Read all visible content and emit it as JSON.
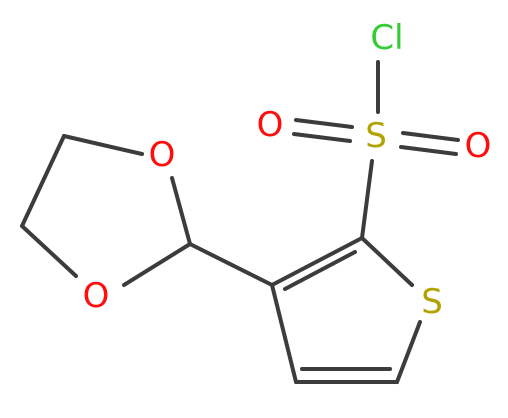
{
  "molecule": {
    "atoms": {
      "cl": {
        "label": "Cl",
        "color": "#33cc33"
      },
      "s_sulfonyl": {
        "label": "S",
        "color": "#b2a200"
      },
      "o_sulfonyl_left": {
        "label": "O",
        "color": "#ff0d0d"
      },
      "o_sulfonyl_right": {
        "label": "O",
        "color": "#ff0d0d"
      },
      "s_ring": {
        "label": "S",
        "color": "#b2a200"
      },
      "o_dioxolane_top": {
        "label": "O",
        "color": "#ff0d0d"
      },
      "o_dioxolane_bottom": {
        "label": "O",
        "color": "#ff0d0d"
      }
    },
    "bond_color": "#3c3c3c"
  }
}
